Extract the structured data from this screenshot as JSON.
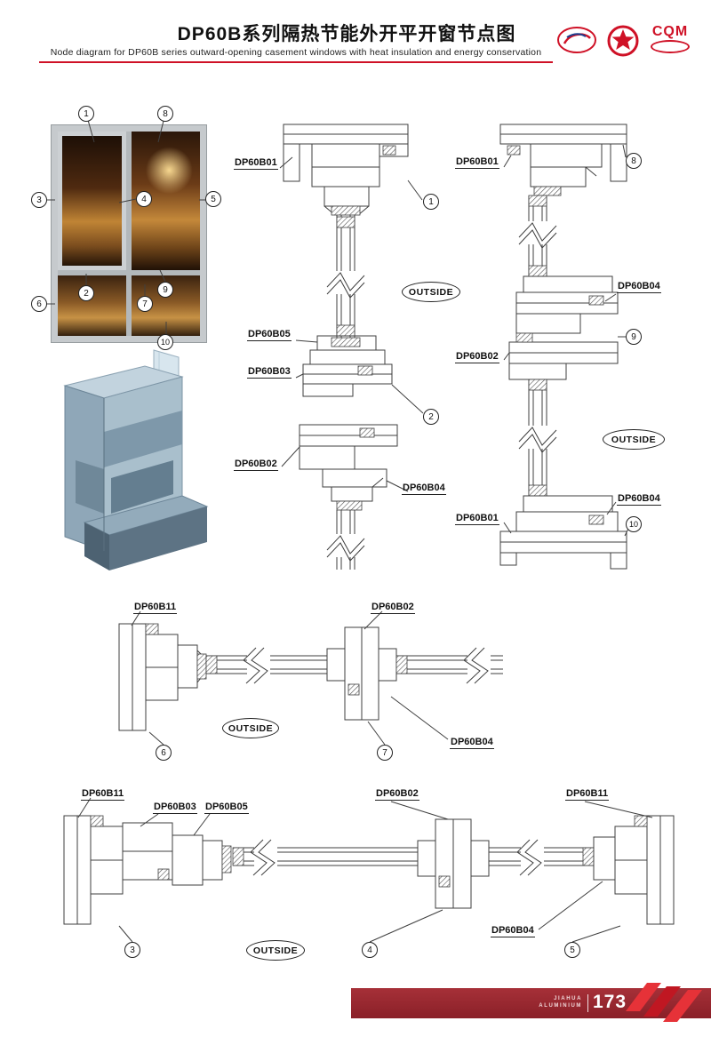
{
  "header": {
    "title": "DP60B系列隔热节能外开平开窗节点图",
    "subtitle": "Node diagram for DP60B series outward-opening casement windows with heat insulation and energy conservation",
    "cqm": "CQM"
  },
  "photo": {
    "callouts": [
      "1",
      "8",
      "3",
      "4",
      "5",
      "2",
      "9",
      "6",
      "7",
      "10"
    ]
  },
  "sections": {
    "v_left": {
      "labels": [
        "DP60B01",
        "DP60B05",
        "DP60B03",
        "DP60B02",
        "DP60B04"
      ],
      "callouts": [
        "1",
        "2"
      ],
      "outside": "OUTSIDE"
    },
    "v_right": {
      "labels": [
        "DP60B01",
        "DP60B04",
        "DP60B02",
        "DP60B04",
        "DP60B01"
      ],
      "callouts": [
        "8",
        "9",
        "10"
      ],
      "outside": "OUTSIDE"
    },
    "h_mid": {
      "labels": [
        "DP60B11",
        "DP60B02",
        "DP60B04"
      ],
      "callouts": [
        "6",
        "7"
      ],
      "outside": "OUTSIDE"
    },
    "h_bottom": {
      "labels": [
        "DP60B11",
        "DP60B03",
        "DP60B05",
        "DP60B02",
        "DP60B11",
        "DP60B04"
      ],
      "callouts": [
        "3",
        "4",
        "5"
      ],
      "outside": "OUTSIDE"
    }
  },
  "footer": {
    "brand_line1": "JIAHUA",
    "brand_line2": "ALUMINIUM",
    "page_number": "173"
  }
}
